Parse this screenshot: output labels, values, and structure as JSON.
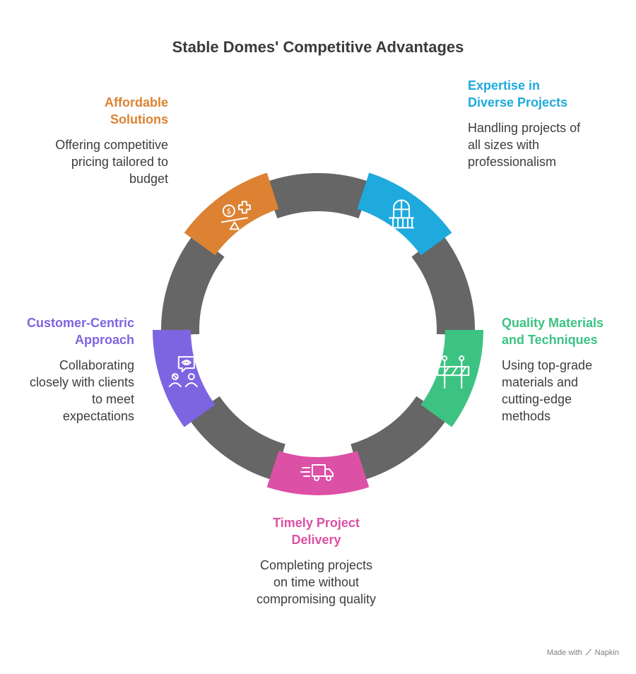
{
  "title": "Stable Domes' Competitive Advantages",
  "colors": {
    "ring": "#666666",
    "affordable": "#DC8232",
    "expertise": "#1EAADC",
    "quality": "#3CC382",
    "timely": "#DC50A5",
    "customer": "#7D64E1"
  },
  "segments": [
    {
      "id": "affordable",
      "heading": "Affordable Solutions",
      "description": "Offering competitive pricing tailored to budget",
      "icon": "balance-scale-money-icon"
    },
    {
      "id": "expertise",
      "heading": "Expertise in Diverse Projects",
      "description": "Handling projects of all sizes with professionalism",
      "icon": "balcony-window-icon"
    },
    {
      "id": "quality",
      "heading": "Quality Materials and Techniques",
      "description": "Using top-grade materials and cutting-edge methods",
      "icon": "construction-barrier-icon"
    },
    {
      "id": "timely",
      "heading": "Timely Project Delivery",
      "description": "Completing projects on time without compromising quality",
      "icon": "delivery-truck-icon"
    },
    {
      "id": "customer",
      "heading": "Customer-Centric Approach",
      "description": "Collaborating closely with clients to meet expectations",
      "icon": "people-discussion-icon"
    }
  ],
  "footer": {
    "made_with": "Made with",
    "brand": "Napkin"
  }
}
